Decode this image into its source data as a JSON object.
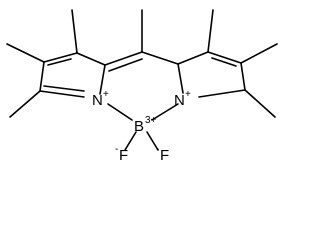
{
  "molecule": {
    "atoms": {
      "n_left": "N",
      "n_left_charge": "+",
      "n_right": "N",
      "n_right_charge": "+",
      "boron": "B",
      "boron_charge": "3+",
      "fluorine_left": "F",
      "fluorine_left_charge": "-",
      "fluorine_right": "F",
      "fluorine_right_charge": "-"
    }
  }
}
